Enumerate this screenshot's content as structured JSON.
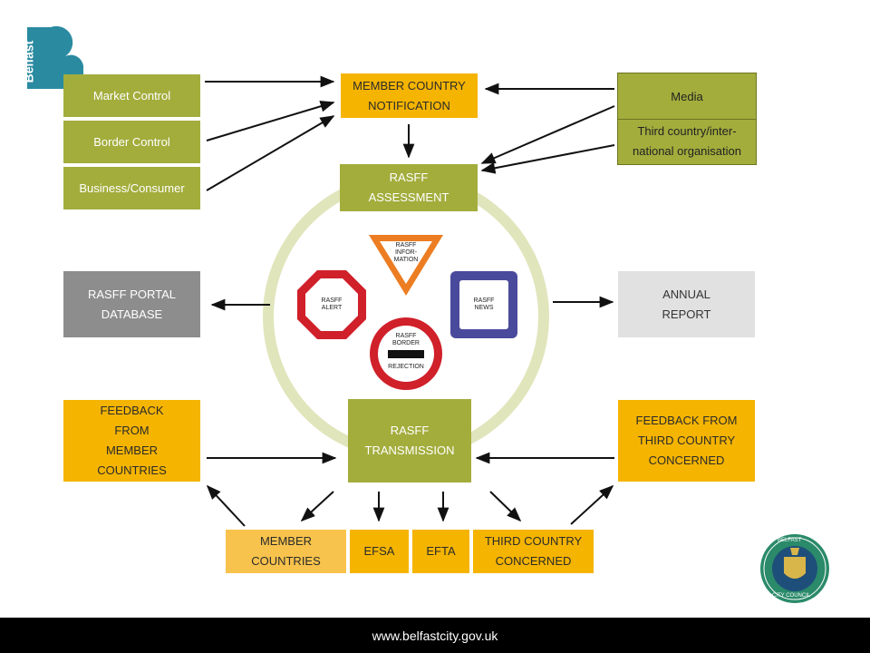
{
  "logo": {
    "text": "Belfast"
  },
  "sources": {
    "market_control": "Market Control",
    "border_control": "Border Control",
    "business_consumer": "Business/Consumer"
  },
  "notification": {
    "label": "MEMBER COUNTRY\nNOTIFICATION"
  },
  "media": {
    "label": "Media",
    "third_country_org": "Third country/inter-\nnational organisation"
  },
  "assessment": {
    "label": "RASFF\nASSESSMENT"
  },
  "signs": {
    "information": "RASFF\nINFOR-\nMATION",
    "alert": "RASFF\nALERT",
    "news": "RASFF\nNEWS",
    "border_rejection_top": "RASFF\nBORDER",
    "border_rejection_bottom": "REJECTION"
  },
  "portal": {
    "label": "RASFF PORTAL\nDATABASE"
  },
  "annual_report": {
    "label": "ANNUAL\nREPORT"
  },
  "feedback_member": {
    "label": "FEEDBACK\nFROM\nMEMBER\nCOUNTRIES"
  },
  "transmission": {
    "label": "RASFF\nTRANSMISSION"
  },
  "feedback_third": {
    "label": "FEEDBACK FROM\nTHIRD COUNTRY\nCONCERNED"
  },
  "recipients": {
    "member_countries": "MEMBER\nCOUNTRIES",
    "efsa": "EFSA",
    "efta": "EFTA",
    "third_country": "THIRD COUNTRY\nCONCERNED"
  },
  "seal": {
    "top": "BELFAST",
    "bottom": "CITY COUNCIL"
  },
  "footer": {
    "url": "www.belfastcity.gov.uk"
  },
  "colors": {
    "green": "#a3ad3c",
    "orange": "#f5b400",
    "grey": "#8d8d8d",
    "teal": "#2a8aa0"
  }
}
